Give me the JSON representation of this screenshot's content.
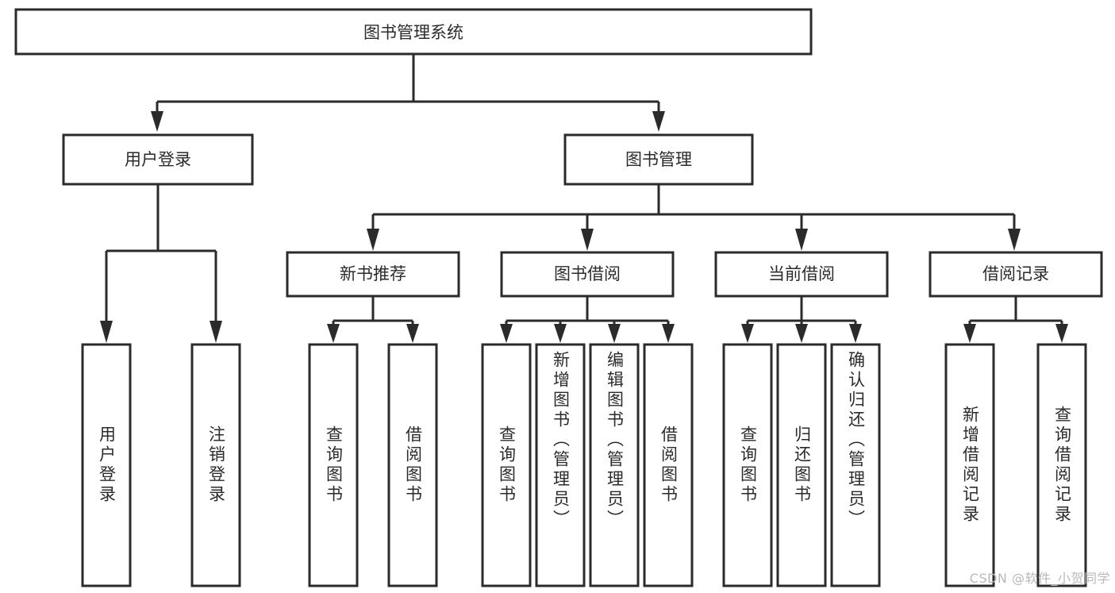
{
  "diagram": {
    "type": "tree-hierarchy-chart",
    "title": "图书管理系统",
    "watermark": "CSDN @软件_小贺同学",
    "colors": {
      "stroke": "#2b2b2b",
      "fill": "#ffffff",
      "text": "#2b2b2b",
      "watermark": "#b9b9b9"
    },
    "levels": {
      "root": {
        "label": "图书管理系统"
      },
      "level2": [
        {
          "id": "user-login",
          "label": "用户登录"
        },
        {
          "id": "book-management",
          "label": "图书管理"
        }
      ],
      "level3": [
        {
          "id": "new-book-recommend",
          "label": "新书推荐",
          "parent": "book-management"
        },
        {
          "id": "book-borrow",
          "label": "图书借阅",
          "parent": "book-management"
        },
        {
          "id": "current-borrow",
          "label": "当前借阅",
          "parent": "book-management"
        },
        {
          "id": "borrow-record",
          "label": "借阅记录",
          "parent": "book-management"
        }
      ],
      "leaves": [
        {
          "id": "leaf-user-login",
          "label": "用户登录",
          "parent": "user-login"
        },
        {
          "id": "leaf-logout-login",
          "label": "注销登录",
          "parent": "user-login"
        },
        {
          "id": "leaf-query-book-1",
          "label": "查询图书",
          "parent": "new-book-recommend"
        },
        {
          "id": "leaf-borrow-book-1",
          "label": "借阅图书",
          "parent": "new-book-recommend"
        },
        {
          "id": "leaf-query-book-2",
          "label": "查询图书",
          "parent": "book-borrow"
        },
        {
          "id": "leaf-add-book",
          "label": "新增图书（管理员）",
          "parent": "book-borrow"
        },
        {
          "id": "leaf-edit-book",
          "label": "编辑图书（管理员）",
          "parent": "book-borrow"
        },
        {
          "id": "leaf-borrow-book-2",
          "label": "借阅图书",
          "parent": "book-borrow"
        },
        {
          "id": "leaf-query-book-3",
          "label": "查询图书",
          "parent": "current-borrow"
        },
        {
          "id": "leaf-return-book",
          "label": "归还图书",
          "parent": "current-borrow"
        },
        {
          "id": "leaf-confirm-return",
          "label": "确认归还（管理员）",
          "parent": "current-borrow"
        },
        {
          "id": "leaf-add-record",
          "label": "新增借阅记录",
          "parent": "borrow-record"
        },
        {
          "id": "leaf-query-record",
          "label": "查询借阅记录",
          "parent": "borrow-record"
        }
      ]
    }
  }
}
